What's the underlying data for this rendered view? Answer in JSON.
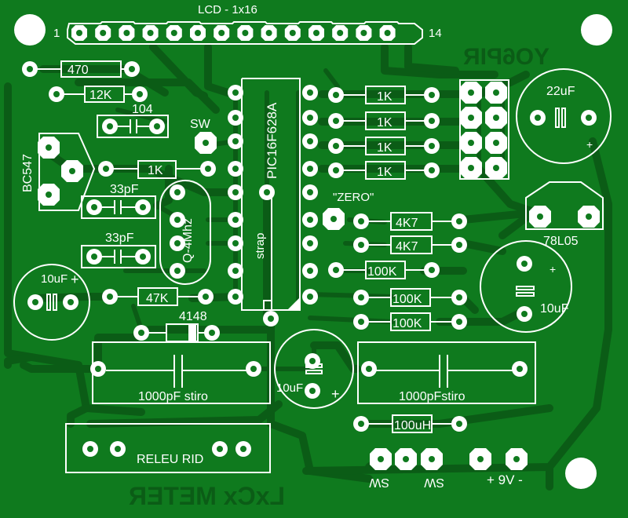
{
  "colors": {
    "board": "#0f7a1e",
    "trace": "#0b5c16",
    "mirror_text": "#0b5c16",
    "silkscreen": "#ffffff",
    "pad": "#ffffff",
    "hole": "#0f7a1e"
  },
  "labels": {
    "lcd_header": "LCD - 1x16",
    "pin_first": "1",
    "pin_last": "14",
    "mirror_top": "YO6PIR",
    "mirror_bottom": "LxCx METER",
    "r_470": "470",
    "r_12k": "12K",
    "c_104": "104",
    "sw": "SW",
    "bc547": "BC547",
    "r_1k_a": "1K",
    "c_33pf_a": "33pF",
    "c_33pf_b": "33pF",
    "crystal": "Q-4Mhz",
    "c_10uf_left": "10uF",
    "plus": "+",
    "r_47k": "47K",
    "diode": "4148",
    "pic": "PIC16F628A",
    "strap": "strap",
    "zero": "\"ZERO\"",
    "r_1k_1": "1K",
    "r_1k_2": "1K",
    "r_1k_3": "1K",
    "r_1k_4": "1K",
    "c_22uf": "22uF",
    "reg": "78L05",
    "r_4k7_a": "4K7",
    "r_4k7_b": "4K7",
    "r_100k_a": "100K",
    "r_100k_b": "100K",
    "r_100k_c": "100K",
    "c_10uf_right": "10uF",
    "c_10uf_center": "10uF",
    "c_1000pf_left": "1000pF stiro",
    "c_1000pf_right": "1000pFstiro",
    "inductor": "100uH",
    "relay": "RELEU RID",
    "sw_a": "SW",
    "sw_b": "SW",
    "power": "+ 9V -"
  }
}
